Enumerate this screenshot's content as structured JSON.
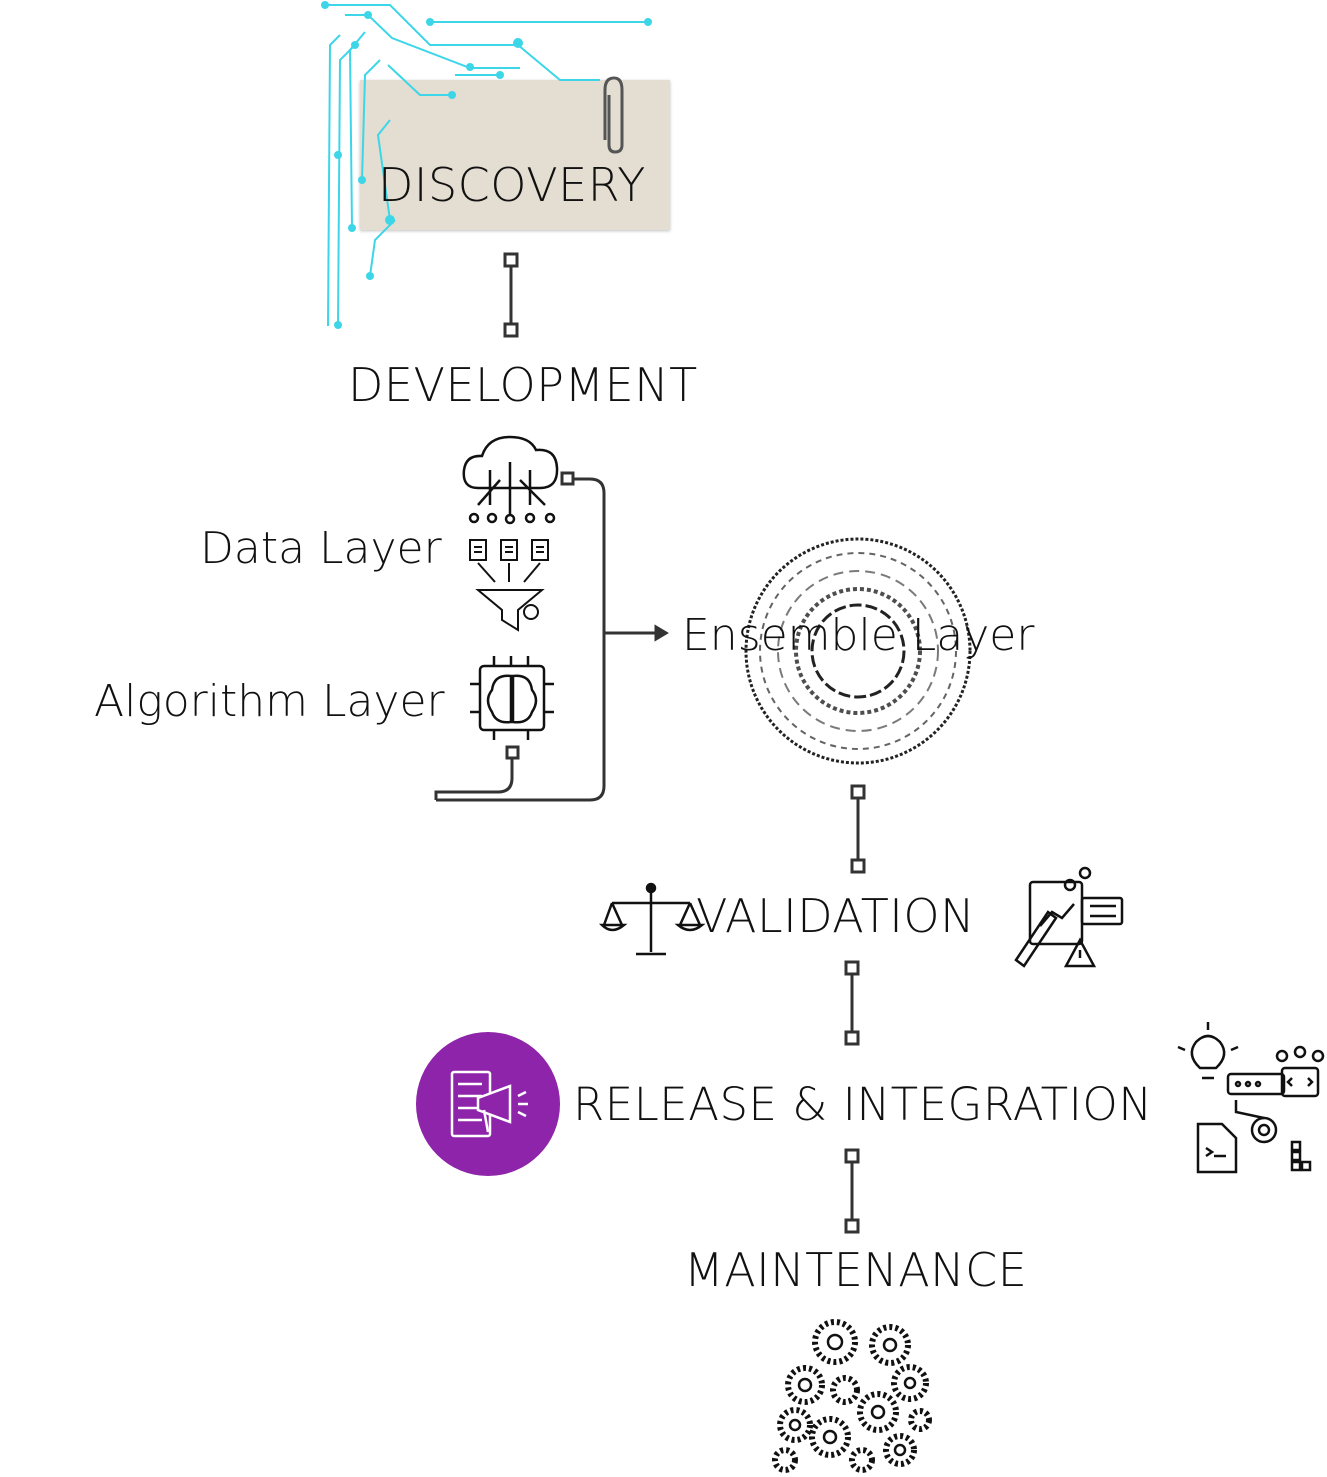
{
  "stages": {
    "discovery": "DISCOVERY",
    "development": "DEVELOPMENT",
    "validation": "VALIDATION",
    "release": "RELEASE & INTEGRATION",
    "maintenance": "MAINTENANCE"
  },
  "layers": {
    "data": "Data Layer",
    "algorithm": "Algorithm Layer",
    "ensemble": "Ensemble Layer"
  },
  "colors": {
    "circuit": "#3dd6e8",
    "connector": "#333333",
    "note_paper": "#e4ddd1",
    "release_badge": "#8e24aa"
  },
  "icons": [
    "circuit-lines-icon",
    "paperclip-icon",
    "cloud-network-icon",
    "data-funnel-icon",
    "ai-chip-icon",
    "circle-ring-icon",
    "scales-icon",
    "report-chart-icon",
    "megaphone-badge-icon",
    "integration-tools-icon",
    "gears-cluster-icon"
  ]
}
